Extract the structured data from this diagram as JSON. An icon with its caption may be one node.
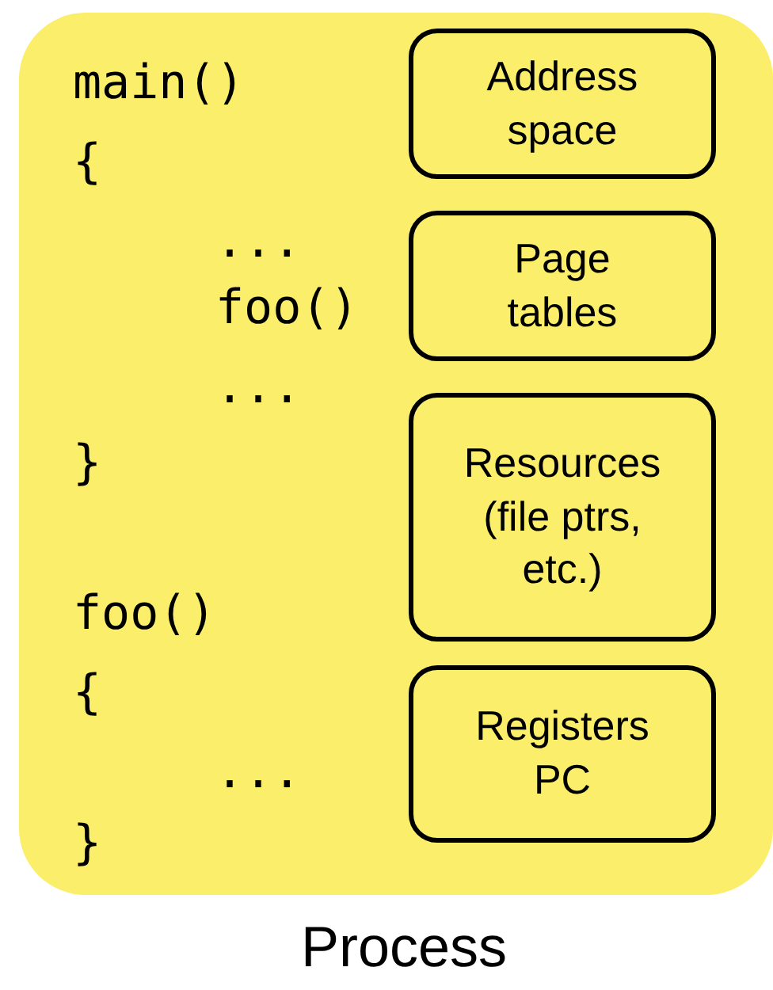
{
  "diagram": {
    "caption": "Process",
    "nodes": [
      {
        "text": [],
        "shape": "box"
      },
      {
        "text": [
          "Address space"
        ],
        "in": 0
      },
      {
        "text": [
          "Page tables"
        ],
        "in": 0
      },
      {
        "text": [
          "Resources (file ptrs, etc.)"
        ],
        "in": 0
      },
      {
        "text": [
          "Registers PC"
        ],
        "in": 0
      }
    ],
    "edges": [],
    "labels": [
      "main()",
      "{",
      "...",
      "foo()",
      "...",
      "}",
      "foo()",
      "{",
      "...",
      "}"
    ]
  }
}
